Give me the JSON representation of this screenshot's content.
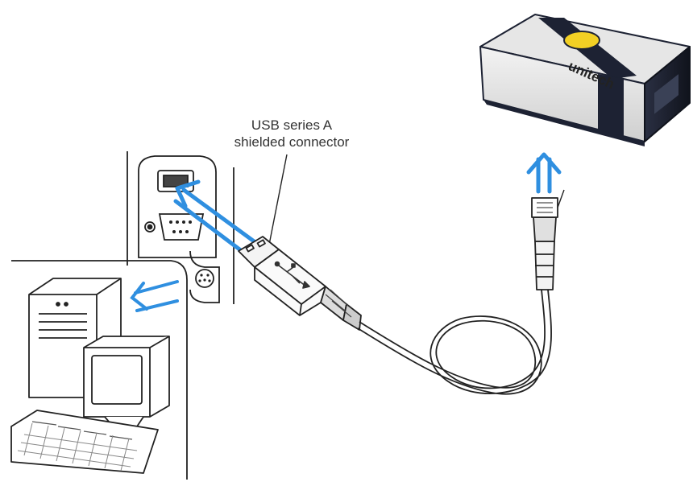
{
  "callout": {
    "line1": "USB series A",
    "line2": "shielded connector"
  },
  "device": {
    "brand": "unitech"
  },
  "colors": {
    "arrow_blue": "#2f8fe0",
    "line": "#222222",
    "device_body": "#e6e6e6",
    "device_dark": "#1d2233",
    "trigger": "#f2d024"
  }
}
